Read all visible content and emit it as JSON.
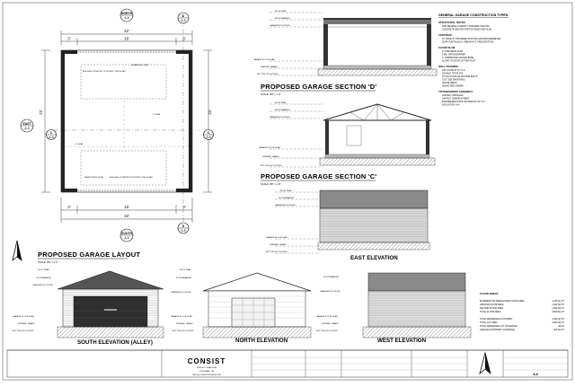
{
  "plan": {
    "title": "PROPOSED GARAGE LAYOUT",
    "scale": "SCALE: 3/8\" = 1'-0\"",
    "dims_top": [
      "22'",
      "16'",
      "3'",
      "3'"
    ],
    "dims_bottom": [
      "3'",
      "16'",
      "3'",
      "22'"
    ],
    "dims_side": [
      "24'",
      "24'"
    ],
    "badges": [
      {
        "label": "NORTH",
        "num": "A-6"
      },
      {
        "label": "D",
        "num": "A-5"
      },
      {
        "label": "EAST",
        "num": "A-5"
      },
      {
        "label": "C",
        "num": "A-5"
      },
      {
        "label": "C",
        "num": "A-5"
      },
      {
        "label": "D",
        "num": "A-5"
      },
      {
        "label": "SOUTH",
        "num": "A-6"
      }
    ],
    "notes": [
      "EXPANSION JOINT",
      "BUILDING CONSTRUCTION PER TYPE DETAIL",
      "4\" SLAB",
      "4\" SLAB",
      "REINFORCED SLAB",
      "BUILDING CONSTRUCTION PER TYPE DETAIL"
    ]
  },
  "sections": {
    "d_title": "PROPOSED GARAGE SECTION 'D'",
    "d_scale": "SCALE: 3/8\" = 1'-0\"",
    "c_title": "PROPOSED GARAGE SECTION 'C'",
    "c_scale": "SCALE: 3/8\" = 1'-0\"",
    "level_labels": [
      "ROOF PEAK",
      "DECK BEARING",
      "GRADE/ROOF TRUSS",
      "GARAGE FLOOR SLAB",
      "FINISHED GRADE",
      "BOTTOM OF FOOTING"
    ]
  },
  "elevations": {
    "east": "EAST ELEVATION",
    "south": "SOUTH ELEVATION (ALLEY)",
    "north": "NORTH ELEVATION",
    "west": "WEST ELEVATION",
    "level_labels": [
      "ROOF PEAK",
      "DOOR BEARING",
      "GRADE/ROOF TRUSS",
      "GARAGE FLOOR SLAB",
      "FINISHED GRADE",
      "BOTTOM OF FOOTING"
    ]
  },
  "notes": {
    "heading": "GENERAL GARAGE CONSTRUCTION TYPES:",
    "groups": [
      {
        "title": "STRUCTURAL NOTES:",
        "lines": [
          "SOIL BEARING CAPACITY ASSUMED 1500 PSF",
          "CONCRETE 3000 PSI FOR FOOTINGS AND SLAB"
        ]
      },
      {
        "title": "FOOTINGS:",
        "lines": [
          "12\" WIDE, 8\" THICKENED FOOTING AROUND PERIMETER",
          "(2) #4 CONTINUOUS, REBAR AT 2\" FROM BOTTOM"
        ]
      },
      {
        "title": "FLOOR SLAB:",
        "lines": [
          "4\" CONCRETE SLAB",
          "6 MIL VAPOR BARRIER",
          "4\" COMPACTED GRAVEL BASE",
          "SLOPE TO DOOR 1/8\" PER FOOT"
        ]
      },
      {
        "title": "WALL FRAMING:",
        "lines": [
          "2X6 STUDS AT 16\" O.C.",
          "DOUBLE TOP PLATE",
          "PT SILL PLATE W/ ANCHOR BOLTS",
          "7/16\" OSB SHEATHING",
          "HOUSE WRAP",
          "SIDING PER OWNER"
        ]
      },
      {
        "title": "TRUSSES/ROOF ASSEMBLY:",
        "lines": [
          "ASPHALT SHINGLES",
          "15# FELT UNDERLAYMENT",
          "ENGINEERED ROOF TRUSSES AT 24\" O.C.",
          "INSULATION: N/A"
        ]
      }
    ]
  },
  "areas": {
    "heading": "FLOOR AREAS:",
    "rows": [
      {
        "label": "BASEMENT OR DEMOLISHED FLOOR AREA",
        "value": "1,185 SQ FT"
      },
      {
        "label": "GROUND FLOOR AREA",
        "value": "1,392 SQ FT"
      },
      {
        "label": "SECOND FLOOR AREA",
        "value": "1,392 SQ FT"
      },
      {
        "label": "TOTAL FLOOR AREA",
        "value": "3,969 SQ FT"
      },
      {
        "label": "TOTAL RESIDENCE FOOTPRINT",
        "value": "1,392 SQ FT"
      },
      {
        "label": "TOTAL LOT AREA",
        "value": "4,080 SQ FT"
      },
      {
        "label": "TOTAL RESIDENCE LOT COVERAGE",
        "value": "33.4%"
      },
      {
        "label": "GARAGE FOOTPRINT COVERAGE",
        "value": "528 SQ FT"
      }
    ]
  },
  "title_block": {
    "logo": "CONSIST",
    "logo_sub": "DESIGN + DRAFTING",
    "address": "PORTLAND, OR",
    "contact": "INFO@CONSISTDESIGN.COM",
    "sheet_number": "A-6"
  },
  "colors": {
    "ink": "#111111",
    "hatch": "#555555",
    "door": "#2e2e2e",
    "fill": "#9a9a9a",
    "light": "#d8d8d8"
  }
}
